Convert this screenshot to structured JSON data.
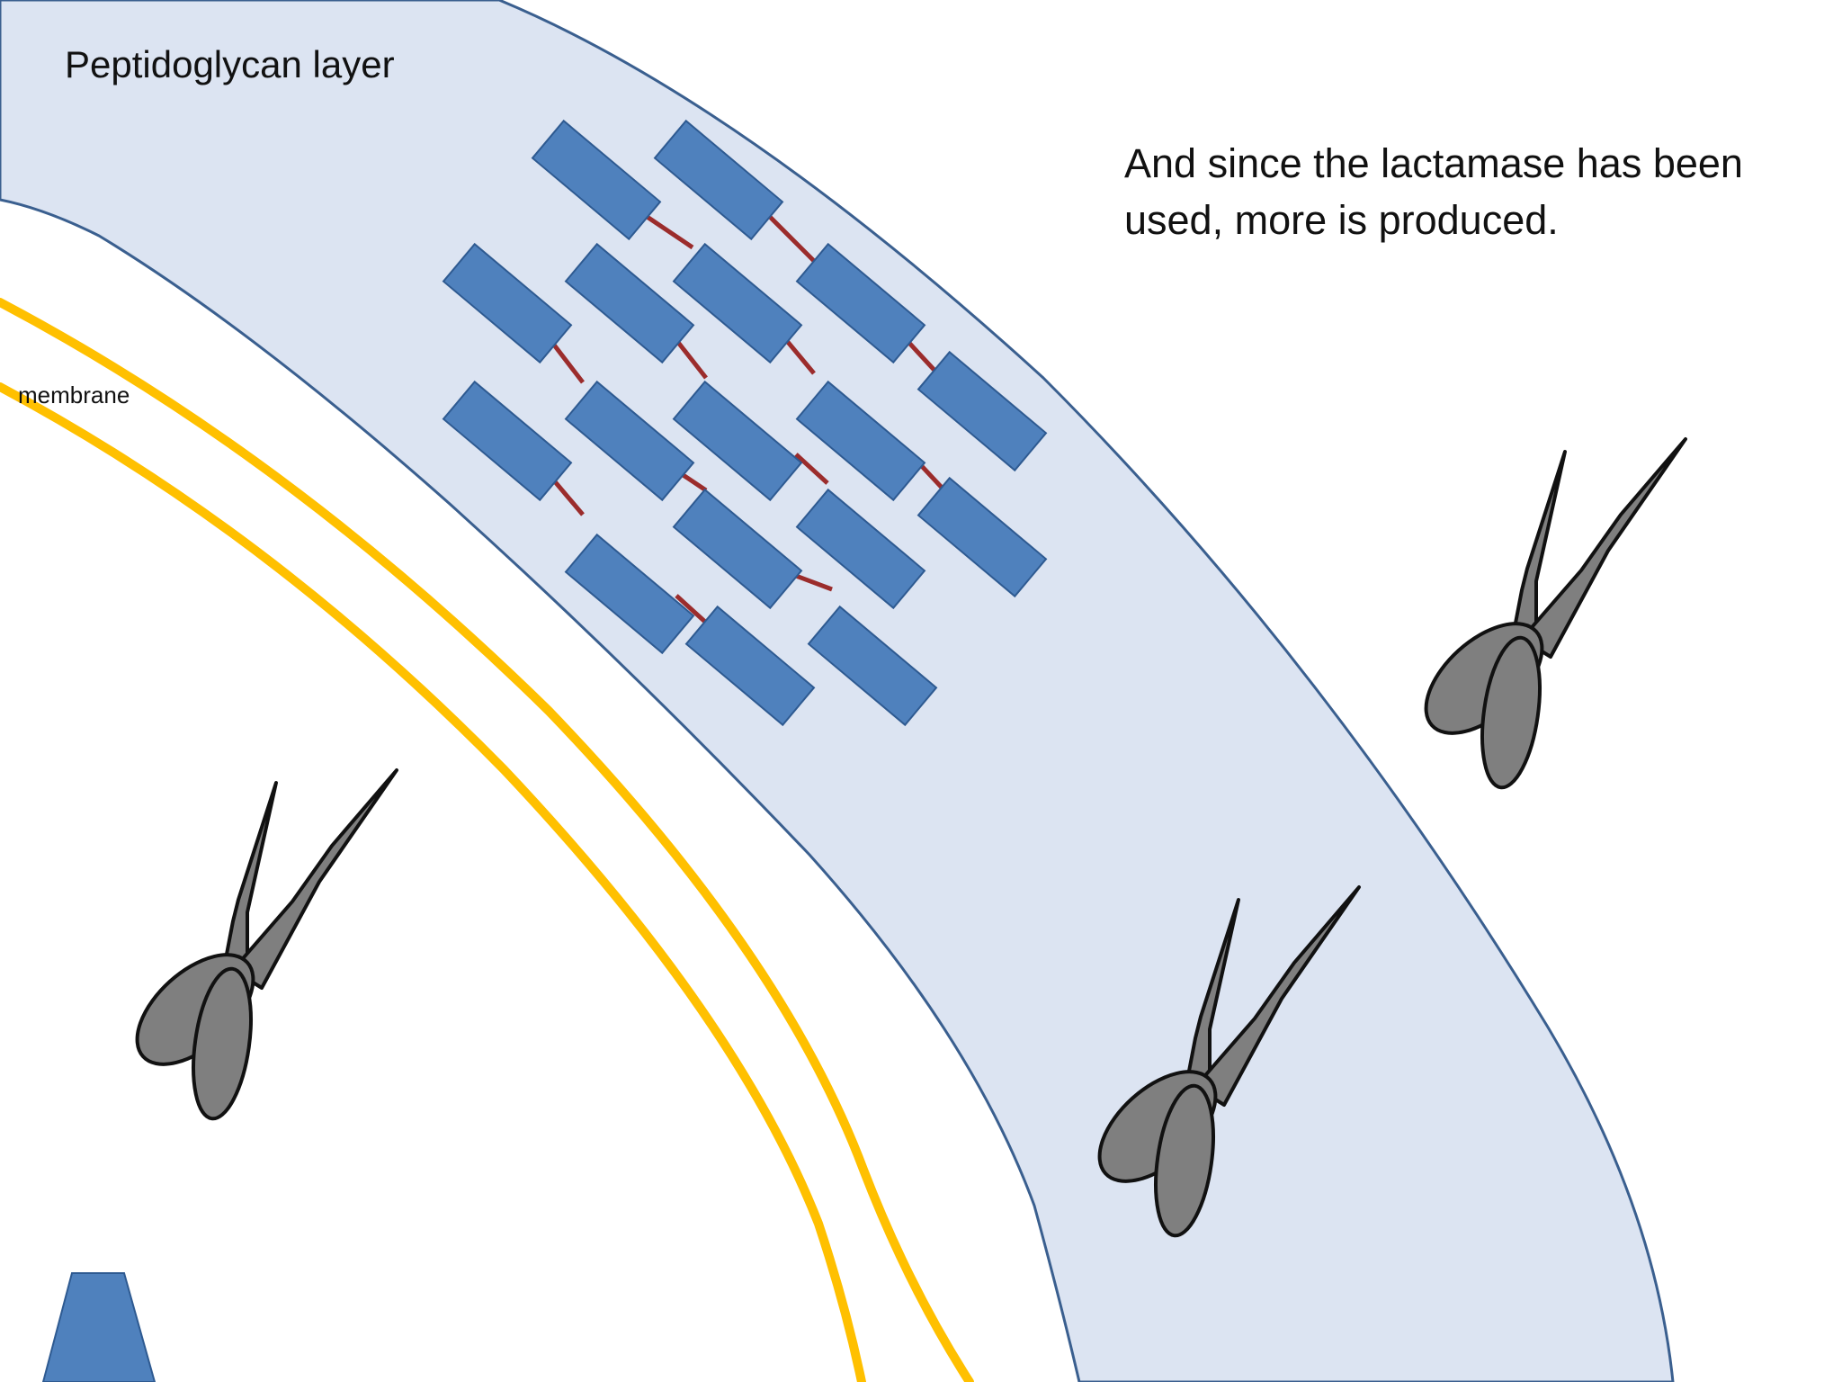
{
  "labels": {
    "title": "Peptidoglycan layer",
    "membrane": "membrane",
    "caption": "And since the lactamase has been used, more is produced."
  },
  "colors": {
    "background": "#ffffff",
    "peptidoglycan_fill": "#dce4f2",
    "peptidoglycan_edge": "#3a5f8f",
    "membrane": "#ffc000",
    "glycan_unit": "#4f81bd",
    "glycan_edge": "#2e5a91",
    "crosslink": "#9b2c2c",
    "scissors": "#7f7f7f",
    "scissors_edge": "#111111",
    "enzyme": "#4f81bd"
  },
  "icons": {
    "peptidoglycan_mesh": "glycan-strands-crosslinked",
    "enzyme": "scissors-icon",
    "protein": "trapezoid-protein-icon"
  }
}
